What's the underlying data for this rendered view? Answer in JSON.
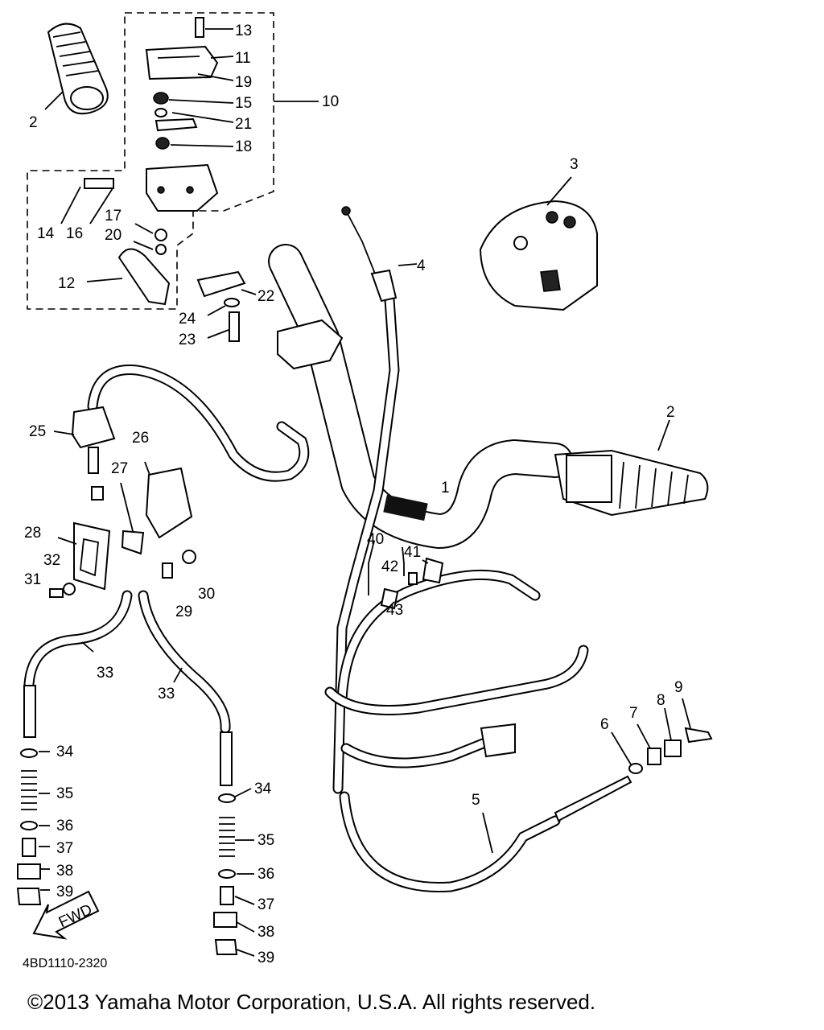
{
  "diagram": {
    "ref_code": "4BD1110-2320",
    "fwd_label": "FWD",
    "labels": {
      "p1": "1",
      "p2a": "2",
      "p2b": "2",
      "p3": "3",
      "p4": "4",
      "p5": "5",
      "p6": "6",
      "p7": "7",
      "p8": "8",
      "p9": "9",
      "p10": "10",
      "p11": "11",
      "p12": "12",
      "p13": "13",
      "p14": "14",
      "p15": "15",
      "p16": "16",
      "p17": "17",
      "p18": "18",
      "p19": "19",
      "p20": "20",
      "p21": "21",
      "p22": "22",
      "p23": "23",
      "p24": "24",
      "p25": "25",
      "p26": "26",
      "p27": "27",
      "p28": "28",
      "p29": "29",
      "p30": "30",
      "p31": "31",
      "p32": "32",
      "p33a": "33",
      "p33b": "33",
      "p34a": "34",
      "p34b": "34",
      "p35a": "35",
      "p35b": "35",
      "p36a": "36",
      "p36b": "36",
      "p37a": "37",
      "p37b": "37",
      "p38a": "38",
      "p38b": "38",
      "p39a": "39",
      "p39b": "39",
      "p40": "40",
      "p41": "41",
      "p42": "42",
      "p43": "43"
    }
  },
  "copyright": "©2013 Yamaha Motor Corporation, U.S.A. All rights reserved."
}
